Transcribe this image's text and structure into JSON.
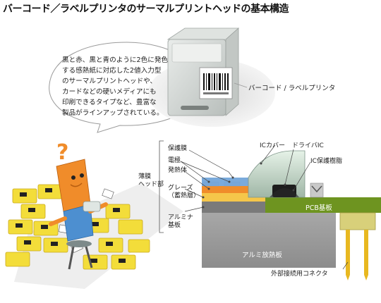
{
  "title": "バーコード／ラベルプリンタのサーマルプリントヘッドの基本構造",
  "bubble": {
    "lines": [
      "黒と赤、黒と青のように2色に発色",
      "する感熱紙に対応した2値入力型",
      "のサーマルプリントヘッドや、",
      "カードなどの硬いメディアにも",
      "印刷できるタイプなど、豊富な",
      "製品がラインアップされている。"
    ]
  },
  "printer_label": "バーコード / ラベルプリンタ",
  "diagram": {
    "thin_film_head_label": [
      "薄膜",
      "ヘッド部"
    ],
    "protective_film": "保護膜",
    "electrode": "電極",
    "heating_element": "発熱体",
    "glaze": [
      "グレーズ",
      "（蓄熱層）"
    ],
    "alumina": [
      "アルミナ",
      "基板"
    ],
    "ic_cover": "ICカバー",
    "driver_ic": "ドライバIC",
    "ic_resin": "IC保護樹脂",
    "pcb": "PCB基板",
    "aluminum_sink": "アルミ放熱板",
    "connector": "外部接続用コネクタ"
  },
  "colors": {
    "protective_film": "#6fa3d8",
    "heating_element": "#f08c2a",
    "glaze": "#f5c64a",
    "alumina": "#7a7a7a",
    "pcb": "#6e9420",
    "aluminum_sink": "#9a9a9a",
    "connector": "#e8b820",
    "label_box": "#f3dd3a",
    "character": "#f08c2a"
  }
}
